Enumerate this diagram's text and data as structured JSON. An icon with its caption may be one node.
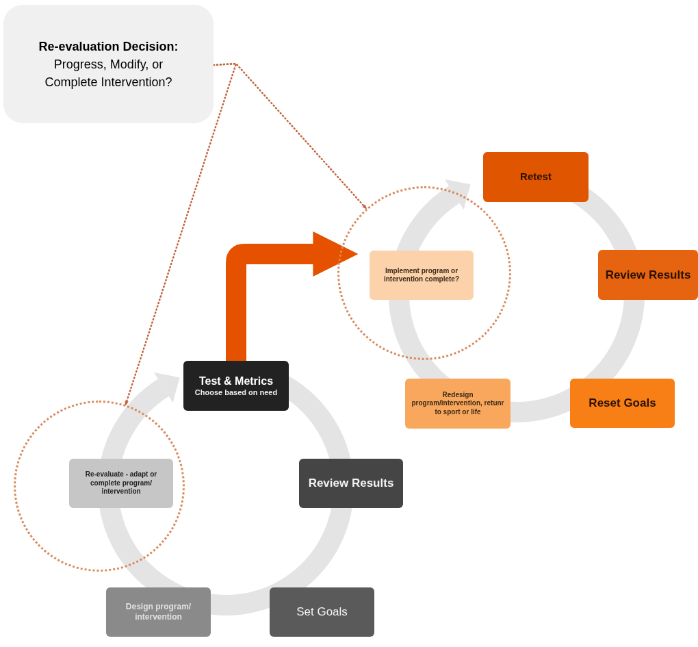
{
  "diagram": {
    "nodes": [
      {
        "text": [
          "**Re-evaluation Decision:** Progress, Modify, or Complete Intervention?"
        ]
      },
      {
        "text": [
          "Test & Metrics",
          "Choose based on need"
        ]
      },
      {
        "text": [
          "Review Results"
        ]
      },
      {
        "text": [
          "Set Goals"
        ]
      },
      {
        "text": [
          "Design program/ intervention"
        ]
      },
      {
        "text": [],
        "shape": "circle"
      },
      {
        "text": [
          "Re-evaluate - adapt or complete program/ intervention"
        ],
        "in": 5
      },
      {
        "text": [],
        "shape": "circle"
      },
      {
        "text": [
          "Implement program or intervention complete?"
        ],
        "in": 7
      },
      {
        "text": [
          "Retest"
        ]
      },
      {
        "text": [
          "Review Results"
        ]
      },
      {
        "text": [
          "Reset Goals"
        ]
      },
      {
        "text": [
          "Redesign program/intervention, retunr to sport or life"
        ]
      }
    ],
    "edges": [
      {
        "from": 0,
        "to": 5,
        "arrow": "to",
        "style": "dashed"
      },
      {
        "from": 0,
        "to": 7,
        "arrow": "to",
        "style": "dashed"
      },
      {
        "from": 1,
        "to": 7,
        "arrow": "to",
        "style": "thick",
        "color": "#e65100"
      }
    ]
  }
}
